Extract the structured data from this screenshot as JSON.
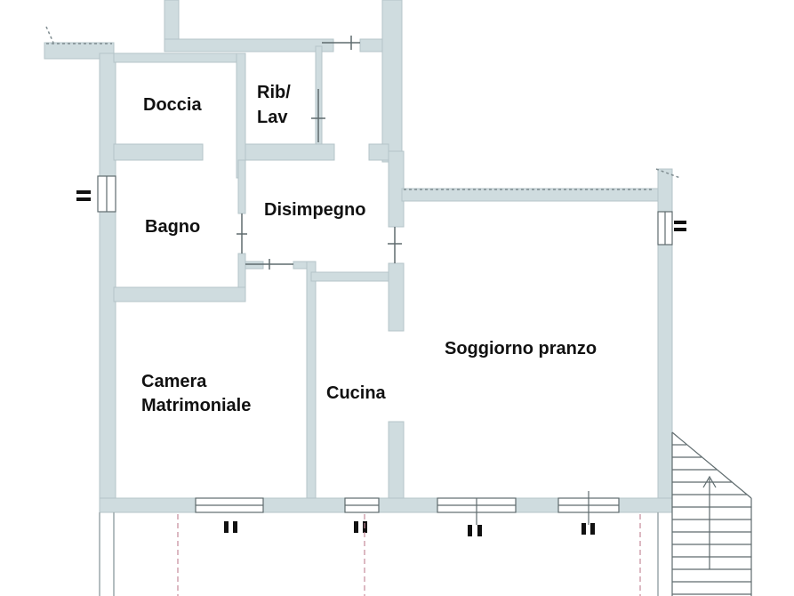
{
  "rooms": {
    "doccia": "Doccia",
    "rib_lav_line1": "Rib/",
    "rib_lav_line2": "Lav",
    "bagno": "Bagno",
    "disimpegno": "Disimpegno",
    "camera_line1": "Camera",
    "camera_line2": "Matrimoniale",
    "cucina": "Cucina",
    "soggiorno": "Soggiorno pranzo"
  },
  "colors": {
    "wall": "#cfdcdf",
    "wall_edge": "#b4c4c8",
    "line": "#5f6b6e",
    "dash": "#c48a9a",
    "label": "#111111"
  }
}
